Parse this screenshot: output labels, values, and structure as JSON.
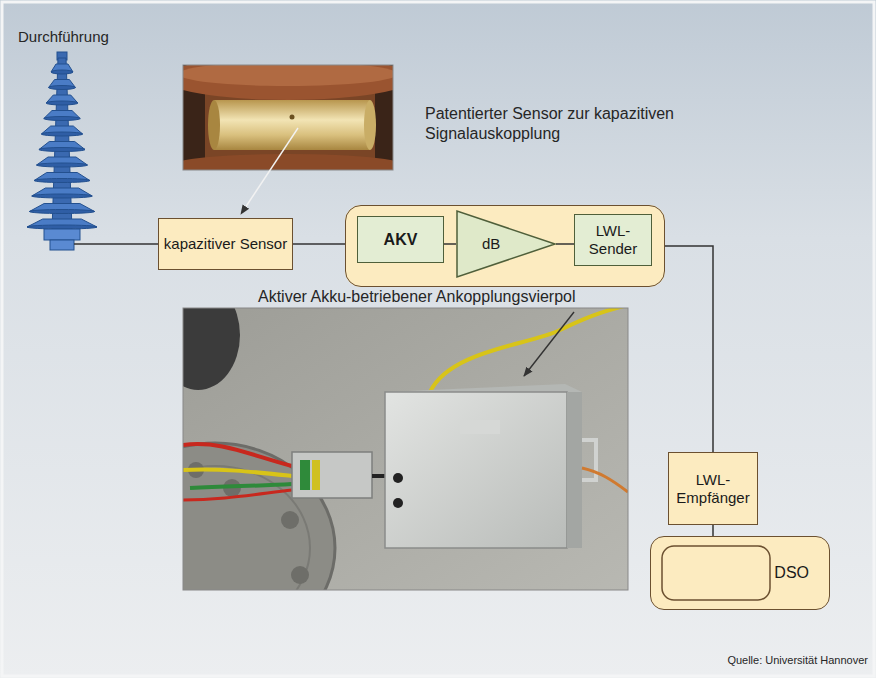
{
  "diagram": {
    "nodes": [
      {
        "text": [
          "kapazitiver Sensor"
        ]
      },
      {
        "text": []
      },
      {
        "text": [
          "AKV"
        ],
        "in": 1
      },
      {
        "text": [
          "dB"
        ],
        "in": 1
      },
      {
        "text": [
          "LWL-Sender"
        ],
        "in": 1
      },
      {
        "text": [
          "LWL-Empfänger"
        ]
      },
      {
        "text": [
          "DSO"
        ]
      }
    ],
    "edges": [
      {
        "from": 0,
        "to": 1,
        "arrow": "none"
      },
      {
        "from": 2,
        "to": 3,
        "arrow": "none"
      },
      {
        "from": 3,
        "to": 4,
        "arrow": "none"
      },
      {
        "from": 1,
        "to": 5,
        "arrow": "none"
      },
      {
        "from": 5,
        "to": 6,
        "arrow": "none"
      }
    ],
    "labels": [
      "Durchführung",
      "Patentierter Sensor zur kapazitiven Signalauskopplung",
      "Aktiver Akku-betriebener Ankopplungsvierpol",
      "Quelle: Universität Hannover"
    ]
  }
}
